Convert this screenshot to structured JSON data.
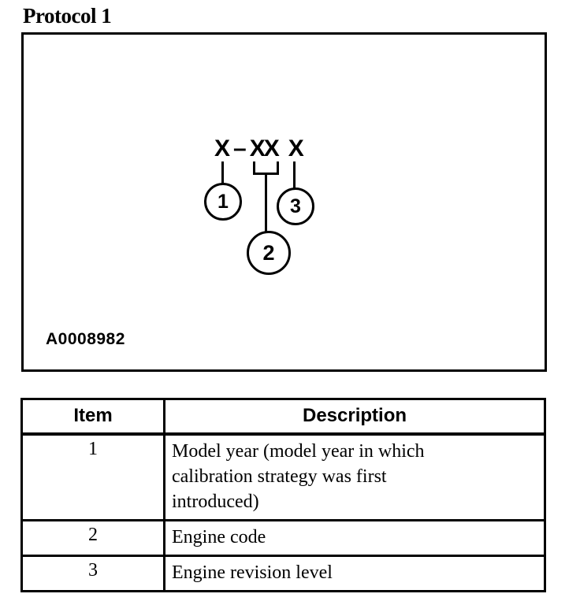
{
  "page": {
    "title": "Protocol 1"
  },
  "figure": {
    "code": {
      "first": "X",
      "dash": "–",
      "middle": "XX",
      "last": "X"
    },
    "callouts": [
      "1",
      "2",
      "3"
    ],
    "image_id": "A0008982"
  },
  "table": {
    "headers": {
      "item": "Item",
      "description": "Description"
    },
    "rows": [
      {
        "item": "1",
        "desc": "Model year (model year in which calibration strategy was first introduced)"
      },
      {
        "item": "2",
        "desc": "Engine code"
      },
      {
        "item": "3",
        "desc": "Engine revision level"
      }
    ]
  }
}
